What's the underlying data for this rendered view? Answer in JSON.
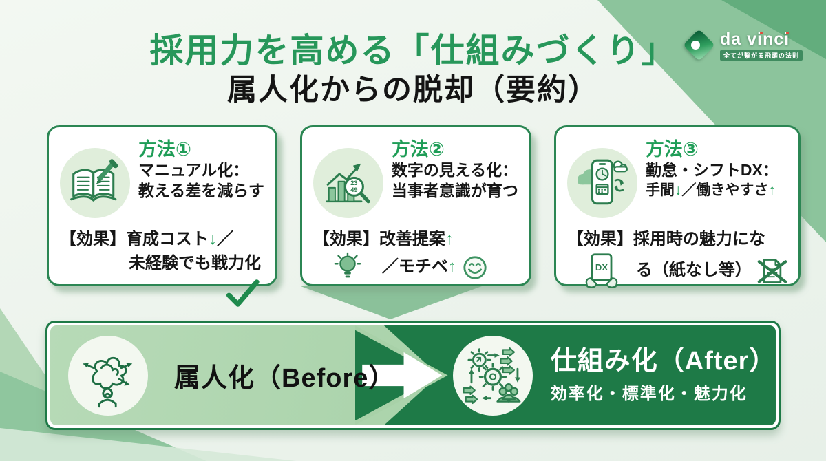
{
  "header": {
    "title_line1": "採用力を高める「仕組みづくり」",
    "title_line2": "属人化からの脱却（要約）"
  },
  "logo": {
    "name": "da vinci",
    "tagline": "全てが繋がる飛躍の法則"
  },
  "colors": {
    "brand_green": "#27975a",
    "dark_green": "#1e7a47",
    "light_green_panel": "#a6cfa6",
    "card_border_green": "#2b8653",
    "accent_arrow_green": "#1f9d57",
    "text_black": "#141414"
  },
  "cards": [
    {
      "method_label": "方法①",
      "icon": "book-pencil-icon",
      "title_line1": "マニュアル化：",
      "title_line2": "教える差を減らす",
      "effect_label": "【効果】",
      "effect_line1": "育成コスト↓／",
      "effect_line2": "未経験でも戦力化",
      "effect_icons": [
        "checkmark-icon"
      ]
    },
    {
      "method_label": "方法②",
      "icon": "chart-magnifier-icon",
      "icon_numbers": [
        "23",
        "49"
      ],
      "title_line1": "数字の見える化：",
      "title_line2": "当事者意識が育つ",
      "effect_label": "【効果】",
      "effect_line1": "改善提案↑",
      "effect_line2": "／モチベ↑",
      "effect_icons": [
        "lightbulb-icon",
        "smiley-icon"
      ]
    },
    {
      "method_label": "方法③",
      "icon": "phone-schedule-icon",
      "title_line1": "勤怠・シフトDX：",
      "title_line2": "手間↓／働きやすさ↑",
      "effect_label": "【効果】",
      "effect_line1": "採用時の魅力にな",
      "effect_line2": "る（紙なし等）",
      "dx_label": "DX",
      "effect_icons": [
        "dx-tablet-icon",
        "no-paper-icon"
      ]
    }
  ],
  "banner": {
    "before_label": "属人化（Before）",
    "before_icon": "tangled-mind-icon",
    "after_label": "仕組み化（After）",
    "after_sublabel": "効率化・標準化・魅力化",
    "after_icon": "process-gears-icon"
  }
}
